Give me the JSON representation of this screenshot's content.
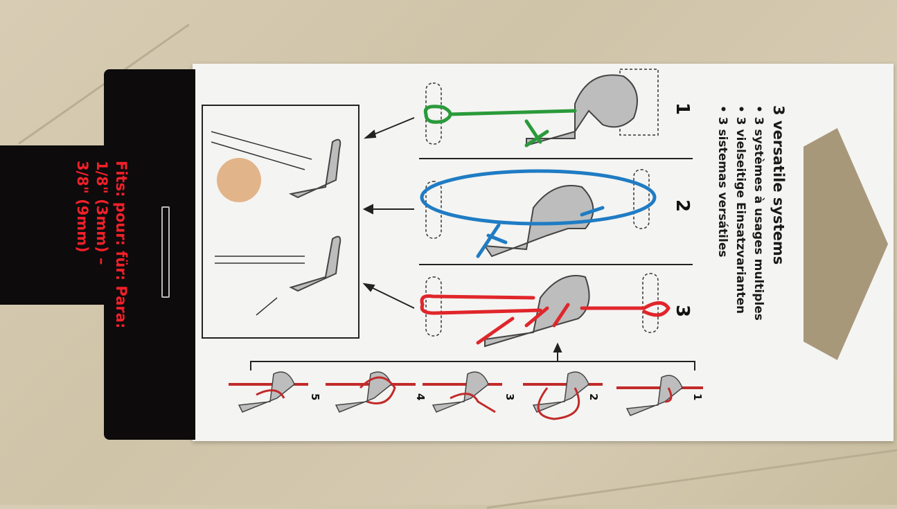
{
  "header": {
    "fits_label": "Fits: pour: für: Para:",
    "size_small": "1/8\" (3mm) –",
    "size_large": "3/8\" (9mm)"
  },
  "info": {
    "title": "3 versatile systems",
    "bullets": [
      "• 3 systèmes à usages multiples",
      "• 3 vielseitige Einsatzvarianten",
      "• 3 sistemas versátiles"
    ]
  },
  "systems": [
    {
      "number": "1",
      "color": "#2a9a3a"
    },
    {
      "number": "2",
      "color": "#1f7cc4"
    },
    {
      "number": "3",
      "color": "#e0262b"
    }
  ],
  "steps": [
    "1",
    "2",
    "3",
    "4",
    "5"
  ]
}
